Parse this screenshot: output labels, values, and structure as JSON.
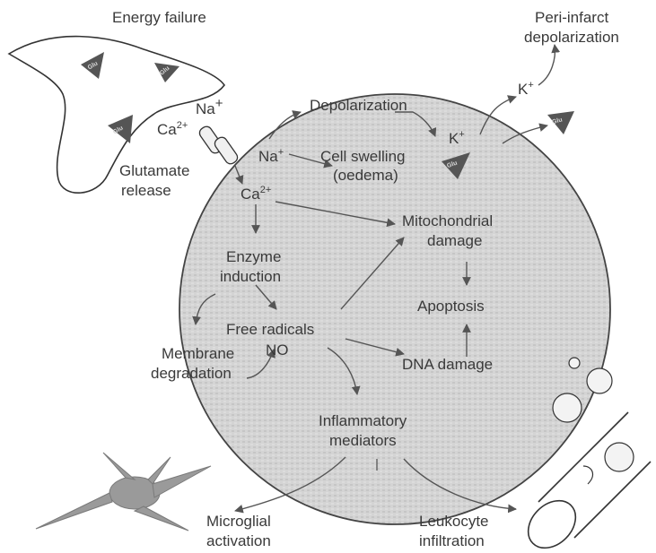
{
  "labels": {
    "energy_failure": "Energy failure",
    "glutamate_release_1": "Glutamate",
    "glutamate_release_2": "release",
    "na_in": "Na",
    "ca_in": "Ca",
    "plus": "+",
    "two_plus": "2+",
    "na_cell": "Na",
    "ca_cell": "Ca",
    "depolarization": "Depolarization",
    "cell_swelling_1": "Cell swelling",
    "cell_swelling_2": "(oedema)",
    "k_inside": "K",
    "k_outside": "K",
    "peri_infarct_1": "Peri-infarct",
    "peri_infarct_2": "depolarization",
    "mitochondrial_1": "Mitochondrial",
    "mitochondrial_2": "damage",
    "enzyme_1": "Enzyme",
    "enzyme_2": "induction",
    "apoptosis": "Apoptosis",
    "free_radicals": "Free radicals",
    "no": "NO",
    "membrane_1": "Membrane",
    "membrane_2": "degradation",
    "dna_damage": "DNA damage",
    "inflammatory_1": "Inflammatory",
    "inflammatory_2": "mediators",
    "microglial_1": "Microglial",
    "microglial_2": "activation",
    "leukocyte_1": "Leukocyte",
    "leukocyte_2": "infiltration",
    "glu": "Glu"
  },
  "colors": {
    "cell_fill": "#d2d2d2",
    "ink": "#3a3a3a",
    "glu_triangle": "#555555"
  }
}
